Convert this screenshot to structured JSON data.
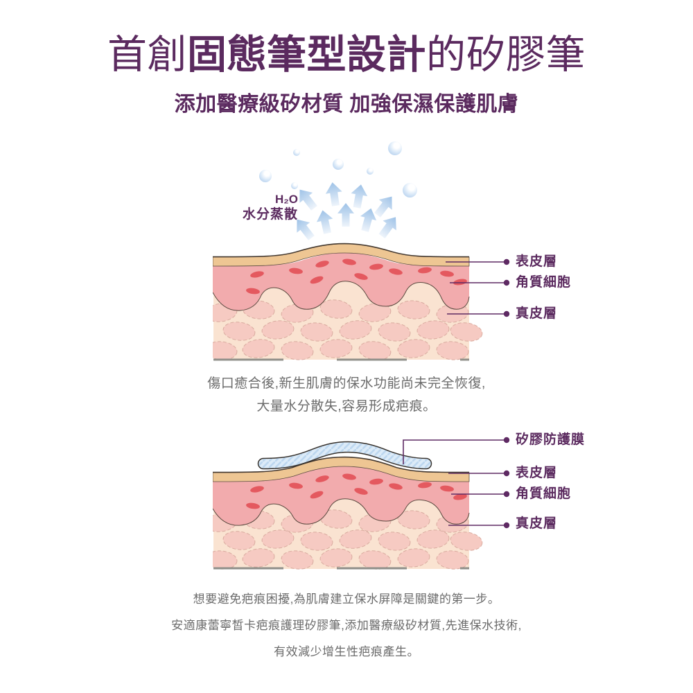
{
  "page": {
    "title_prefix": "首創",
    "title_highlight": "固態筆型設計",
    "title_suffix": "的矽膠筆",
    "subtitle": "添加醫療級矽材質 加強保濕保護肌膚"
  },
  "vapor": {
    "formula": "H₂O",
    "label": "水分蒸散"
  },
  "diagram1": {
    "labels": {
      "epidermis": "表皮層",
      "keratinocyte": "角質細胞",
      "dermis": "真皮層"
    }
  },
  "diagram2": {
    "labels": {
      "film": "矽膠防護膜",
      "epidermis": "表皮層",
      "keratinocyte": "角質細胞",
      "dermis": "真皮層"
    }
  },
  "captions": {
    "middle": [
      "傷口癒合後,新生肌膚的保水功能尚未完全恢復,",
      "大量水分散失,容易形成疤痕。"
    ],
    "bottom": [
      "想要避免疤痕困擾,為肌膚建立保水屏障是關鍵的第一步。",
      "安適康蕾寧皙卡疤痕護理矽膠筆,添加醫療級矽材質,先進保水技術,",
      "有效減少增生性疤痕產生。"
    ]
  },
  "colors": {
    "accent_purple": "#5b2a5f",
    "text_gray": "#6b6b6b",
    "epidermis_tan": "#eec693",
    "keratinocyte_pink": "#f2abad",
    "cell_red": "#e4595f",
    "dermis_cream": "#fae3d1",
    "film_blue": "#dcebf8",
    "vapor_blue": "#aecdec"
  }
}
